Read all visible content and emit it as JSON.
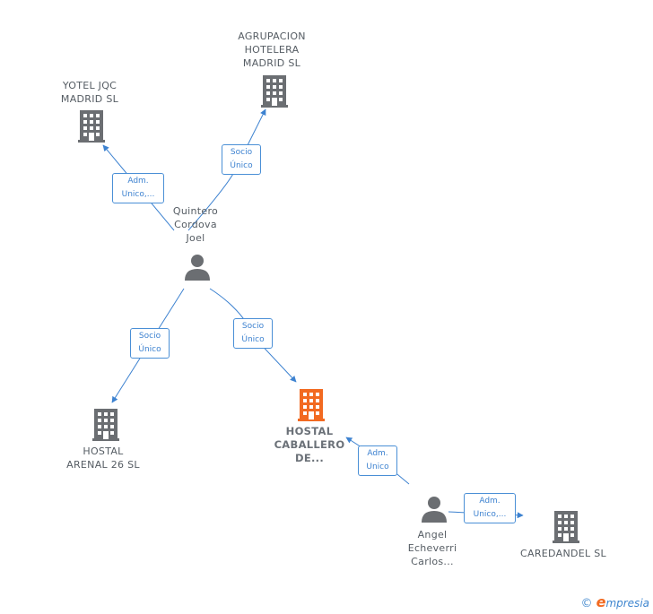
{
  "nodes": {
    "yotel": {
      "label": "YOTEL JQC\nMADRID  SL",
      "type": "company",
      "color": "#6b6e72"
    },
    "agrupacion": {
      "label": "AGRUPACION\nHOTELERA\nMADRID  SL",
      "type": "company",
      "color": "#6b6e72"
    },
    "quintero": {
      "label": "Quintero\nCordova\nJoel",
      "type": "person",
      "color": "#6b6e72"
    },
    "arenal": {
      "label": "HOSTAL\nARENAL 26  SL",
      "type": "company",
      "color": "#6b6e72"
    },
    "caballero": {
      "label": "HOSTAL\nCABALLERO\nDE...",
      "type": "company",
      "color": "#f26a21"
    },
    "angel": {
      "label": "Angel\nEcheverri\nCarlos...",
      "type": "person",
      "color": "#6b6e72"
    },
    "caredandel": {
      "label": "CAREDANDEL SL",
      "type": "company",
      "color": "#6b6e72"
    }
  },
  "edges": {
    "quintero_yotel": {
      "label": "Adm.\nUnico,..."
    },
    "quintero_agrupacion": {
      "label": "Socio\nÚnico"
    },
    "quintero_arenal": {
      "label": "Socio\nÚnico"
    },
    "quintero_caballero": {
      "label": "Socio\nÚnico"
    },
    "angel_caballero": {
      "label": "Adm.\nUnico"
    },
    "angel_caredandel": {
      "label": "Adm.\nUnico,..."
    }
  },
  "colors": {
    "edge": "#3d82d0",
    "node": "#6b6e72",
    "highlight": "#f26a21"
  },
  "footer": {
    "copyright": "©",
    "brand_first": "e",
    "brand_rest": "mpresia"
  }
}
